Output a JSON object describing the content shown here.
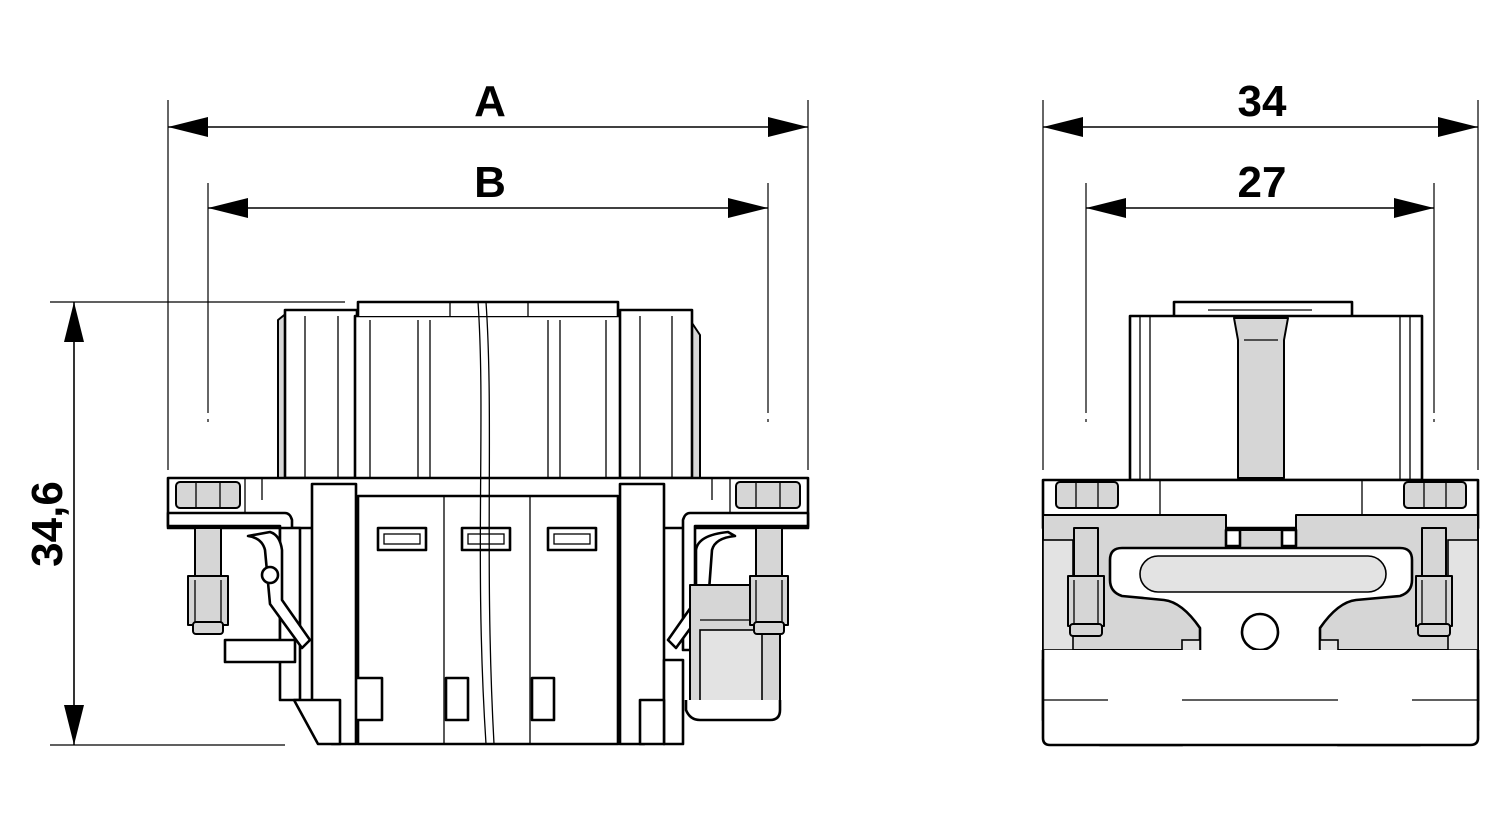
{
  "drawing": {
    "front_view": {
      "dim_overall_width_label": "A",
      "dim_inner_width_label": "B",
      "dim_height_label": "34,6"
    },
    "side_view": {
      "dim_overall_width_label": "34",
      "dim_inner_width_label": "27"
    },
    "colors": {
      "line": "#000000",
      "fill_light": "#ffffff",
      "fill_grey": "#d6d6d6"
    }
  }
}
